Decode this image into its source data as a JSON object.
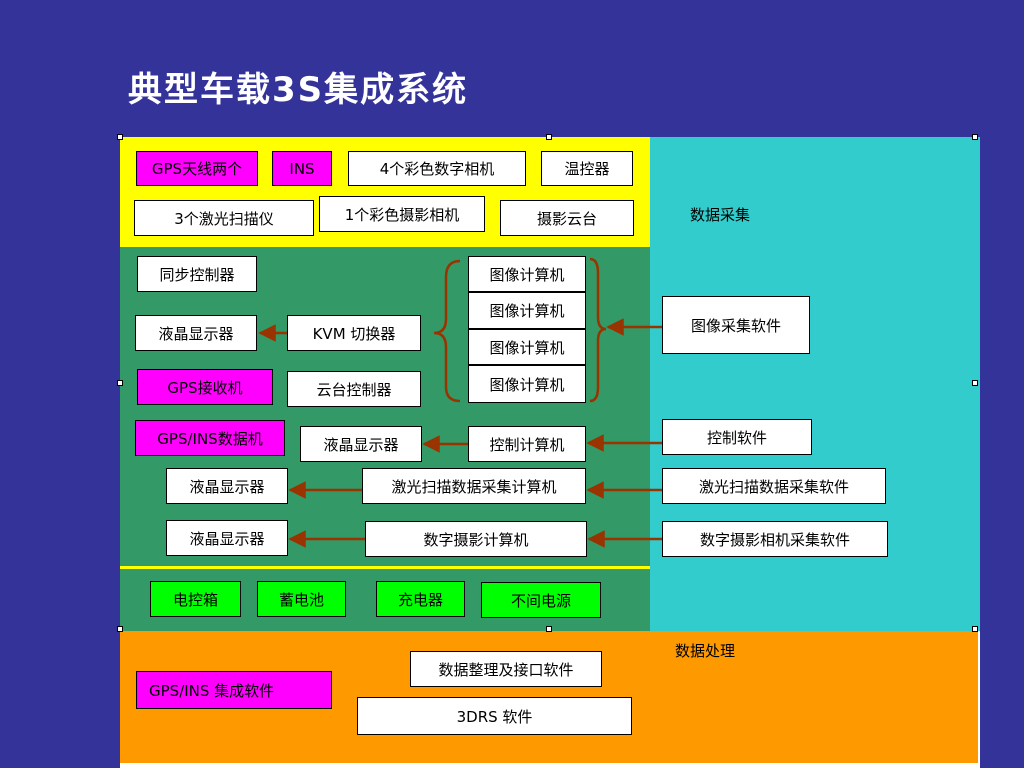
{
  "title": "典型车载3S集成系统",
  "colors": {
    "background": "#333399",
    "yellow": "#ffff00",
    "green": "#339966",
    "cyan": "#33cccc",
    "orange": "#ff9900",
    "magenta": "#ff00ff",
    "bright_green": "#00ff00",
    "arrow": "#993300"
  },
  "sections": {
    "acquisition": "数据采集",
    "processing": "数据处理"
  },
  "sensors": {
    "gps_antenna": "GPS天线两个",
    "ins": "INS",
    "color_cameras": "4个彩色数字相机",
    "thermostat": "温控器",
    "laser_scanners": "3个激光扫描仪",
    "video_camera": "1个彩色摄影相机",
    "pan_tilt": "摄影云台"
  },
  "hardware": {
    "sync_controller": "同步控制器",
    "lcd_1": "液晶显示器",
    "kvm_switch": "KVM 切换器",
    "gps_receiver": "GPS接收机",
    "pan_tilt_controller": "云台控制器",
    "image_computers": [
      "图像计算机",
      "图像计算机",
      "图像计算机",
      "图像计算机"
    ],
    "gps_ins_recorder": "GPS/INS数据机",
    "lcd_2": "液晶显示器",
    "control_computer": "控制计算机",
    "lcd_3": "液晶显示器",
    "laser_computer": "激光扫描数据采集计算机",
    "lcd_4": "液晶显示器",
    "photo_computer": "数字摄影计算机"
  },
  "software": {
    "image_acquisition": "图像采集软件",
    "control": "控制软件",
    "laser_acquisition": "激光扫描数据采集软件",
    "photo_acquisition": "数字摄影相机采集软件"
  },
  "power": {
    "control_box": "电控箱",
    "battery": "蓄电池",
    "charger": "充电器",
    "ups": "不间电源"
  },
  "processing": {
    "gps_ins_software": "GPS/INS 集成软件",
    "data_interface": "数据整理及接口软件",
    "drs_3d": "3DRS 软件"
  }
}
